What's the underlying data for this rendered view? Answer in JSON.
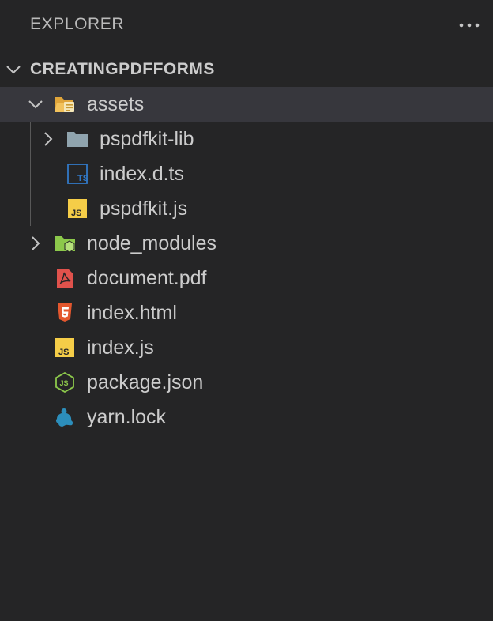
{
  "panel": {
    "title": "EXPLORER",
    "more_actions_icon": "ellipsis-icon"
  },
  "root": {
    "label": "CREATINGPDFFORMS",
    "expanded": true
  },
  "tree": [
    {
      "label": "assets",
      "icon": "folder-opened-icon",
      "expanded": true,
      "depth": 1,
      "selected": true
    },
    {
      "label": "pspdfkit-lib",
      "icon": "folder-icon",
      "expanded": false,
      "depth": 2
    },
    {
      "label": "index.d.ts",
      "icon": "typescript-file-icon",
      "depth": 2
    },
    {
      "label": "pspdfkit.js",
      "icon": "javascript-file-icon",
      "depth": 2
    },
    {
      "label": "node_modules",
      "icon": "node-folder-icon",
      "expanded": false,
      "depth": 1
    },
    {
      "label": "document.pdf",
      "icon": "pdf-file-icon",
      "depth": 1
    },
    {
      "label": "index.html",
      "icon": "html5-file-icon",
      "depth": 1
    },
    {
      "label": "index.js",
      "icon": "javascript-file-icon",
      "depth": 1
    },
    {
      "label": "package.json",
      "icon": "nodejs-file-icon",
      "depth": 1
    },
    {
      "label": "yarn.lock",
      "icon": "yarn-file-icon",
      "depth": 1
    }
  ],
  "colors": {
    "background": "#252526",
    "selected_row": "#37373d",
    "text": "#cccccc",
    "js_yellow": "#f5cd48",
    "ts_blue": "#3178c6",
    "html_orange": "#e4572e",
    "pdf_red": "#e0524c",
    "node_green": "#8cc84b",
    "yarn_blue": "#2c8ebb",
    "folder_gray": "#90a4ae"
  }
}
